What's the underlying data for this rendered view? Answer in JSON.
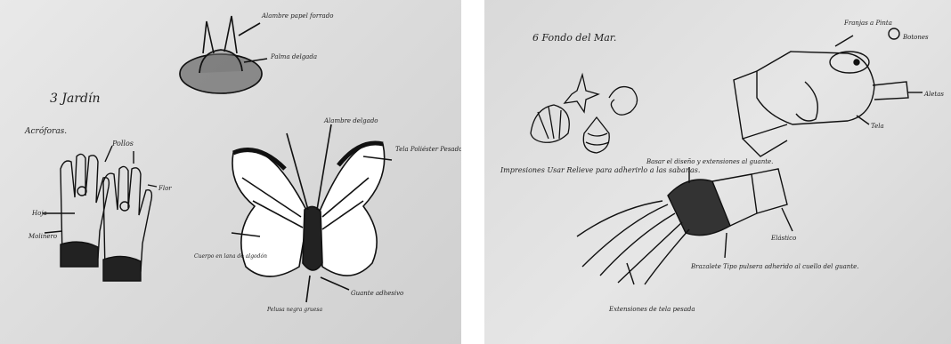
{
  "left_sheet": {
    "heading": "3 Jardín",
    "hat_labels": {
      "wire": "Alambre papel forrado",
      "ribbon": "Palma delgada"
    },
    "gloves": {
      "title": "Acróforas.",
      "bulbs": "Pollos",
      "leaf": "Hoja",
      "flower": "Flor",
      "shoe": "Molinero"
    },
    "butterfly": {
      "antenna": "Alambre delgado",
      "fabric": "Tela Poliéster Pesado",
      "body_note": "Cuerpo en lana de algodón",
      "glove": "Guante adhesivo",
      "base": "Pelusa negra gruesa"
    }
  },
  "right_sheet": {
    "heading": "6 Fondo del Mar.",
    "fish_labels": {
      "stripes": "Franjas a Pinta",
      "buttons": "Botones",
      "fins": "Aletas",
      "fabric": "Tela"
    },
    "shells_note": "Impresiones Usar Relieve para adherirlo a las sabanas.",
    "jellyfish_top": "Basar el diseño y extensiones al guante.",
    "elastic": "Elástico",
    "bracelet": "Brazalete Tipo pulsera adherido al cuello del guante.",
    "extensions": "Extensiones de tela pesada"
  }
}
